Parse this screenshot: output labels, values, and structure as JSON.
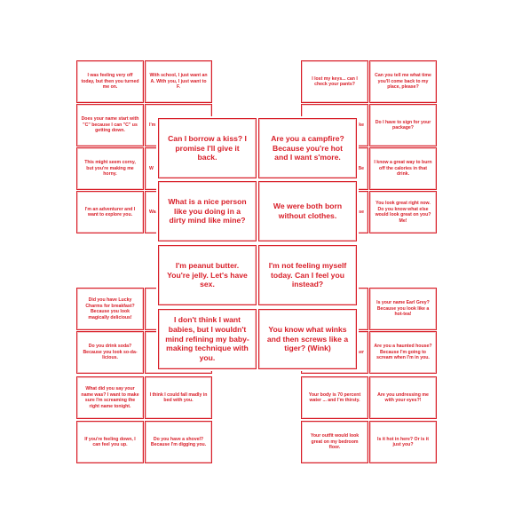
{
  "accent_color": "#d81e28",
  "cards": {
    "c1": "I was feeling very off today, but then you turned me on.",
    "c2": "With school, I just want an A. With you, I just want to F.",
    "c3": "Does your name start with \"C\" because I can \"C\" us getting down.",
    "c4": "This might seem corny, but you're making me horny.",
    "c5": "I'm an adventurer and I want to explore you.",
    "c6": "I lost my keys... can I check your pants?",
    "c7": "Can you tell me what time you'll come back to my place, please?",
    "c8": "Do I have to sign for your package?",
    "c9": "I know a great way to burn off the calories in that drink.",
    "c10": "You look great right now. Do you know what else would look great on you? Me!",
    "c11": "Did you have Lucky Charms for breakfast? Because you look magically delicious!",
    "c12": "Do you drink soda? Because you look so-da-licious.",
    "c13": "What did you say your name was? I want to make sure I'm screaming the right name tonight.",
    "c14": "I think I could fall madly in bed with you.",
    "c15": "If you're feeling down, I can feel you up.",
    "c16": "Do you have a shovel? Because I'm digging you.",
    "c17": "Is your name Earl Grey? Because you look like a hot-tea!",
    "c18": "Are you a haunted house? Because I'm going to scream when I'm in you.",
    "c19": "Your body is 70 percent water ... and I'm thirsty.",
    "c20": "Are you undressing me with your eyes?!",
    "c21": "Your outfit would look great on my bedroom floor.",
    "c22": "Is it hot in here? Or is it just you?",
    "c23": "Can I borrow a kiss? I promise I'll give it back.",
    "c24": "Are you a campfire? Because you're hot and I want s'more.",
    "c25": "What is a nice person like you doing in a dirty mind like mine?",
    "c26": "We were both born without clothes.",
    "c27": "I'm peanut butter. You're jelly. Let's have sex.",
    "c28": "I'm not feeling myself today. Can I feel you instead?",
    "c29": "I don't think I want babies, but I wouldn't mind refining my baby-making technique with you.",
    "c30": "You know what winks and then screws like a tiger? (Wink)"
  },
  "partial_fragments": {
    "p1": "I'm",
    "p2": "W",
    "p3": "Wa",
    "p4": "like",
    "p5": "Be",
    "p6": "ese",
    "p7": "ser"
  }
}
